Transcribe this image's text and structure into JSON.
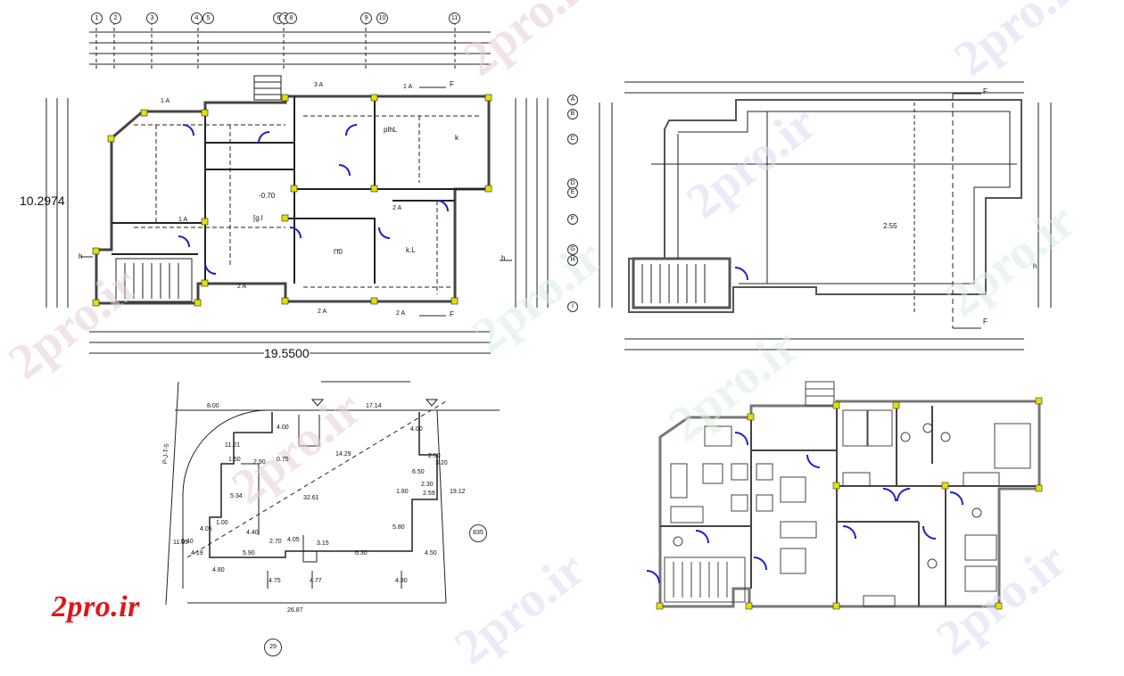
{
  "logo_text": "2pro.ir",
  "watermark_text": "2pro.ir",
  "dims": {
    "overall_width": "19.5500",
    "overall_height": "10.2974"
  },
  "plan_labels": {
    "level_1": "-0.70",
    "level_2": "2.55",
    "room_a": "l'f0",
    "room_b": "k.L",
    "room_c": "plhL",
    "room_d": "[g.l",
    "room_e": "k",
    "room_f": "h",
    "room_g": "F"
  },
  "section_marks": [
    "1 A",
    "3 A",
    "1 A",
    "2 A",
    "2 A",
    "2 A",
    "1 A",
    "2 A"
  ],
  "grid_numbers": [
    "1",
    "2",
    "3",
    "4",
    "5",
    "6",
    "7",
    "8",
    "9",
    "10",
    "11"
  ],
  "grid_letters": [
    "A",
    "B",
    "C",
    "D",
    "E",
    "F",
    "G",
    "H",
    "I"
  ],
  "site": {
    "street_label": "P-J-T-5",
    "dims": [
      "8.00",
      "17.14",
      "11.21",
      "4.00",
      "4.00",
      "6.50",
      "2.50",
      "1.50",
      "14.29",
      "2.90",
      "0.75",
      "1.80",
      "2.30",
      "2.59",
      "19.12",
      "5.34",
      "32.61",
      "1.00",
      "4.05",
      "4.40",
      "4.05",
      "5.80",
      "11.05",
      "4.19",
      "4.80",
      "5.90",
      "3.15",
      "6.30",
      "4.50",
      "4.75",
      "4.77",
      "4.80",
      "26.87",
      "2.70",
      "0.40",
      "3.20"
    ],
    "tag_835": "835",
    "tag_29": "29"
  },
  "colors": {
    "wall": "#444444",
    "column": "#e4e000",
    "door": "#1b22c8",
    "logo": "#e0161b"
  }
}
